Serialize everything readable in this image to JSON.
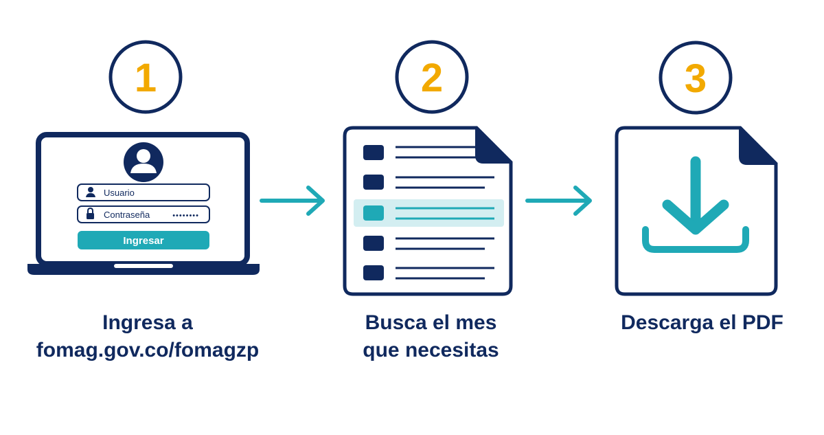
{
  "colors": {
    "navy": "#10295e",
    "teal": "#1fa9b6",
    "teal_light": "#d3eef1",
    "gold": "#f2a900",
    "white": "#ffffff"
  },
  "steps": [
    {
      "number": "1",
      "caption_line1": "Ingresa a",
      "caption_line2": "fomag.gov.co/fomagzp",
      "icon": "laptop-login-icon",
      "login": {
        "user_label": "Usuario",
        "password_label": "Contraseña",
        "password_mask": "••••••••",
        "button_label": "Ingresar"
      }
    },
    {
      "number": "2",
      "caption_line1": "Busca el mes",
      "caption_line2": "que necesitas",
      "icon": "document-list-icon"
    },
    {
      "number": "3",
      "caption_line1": "Descarga el PDF",
      "caption_line2": "",
      "icon": "download-document-icon"
    }
  ]
}
